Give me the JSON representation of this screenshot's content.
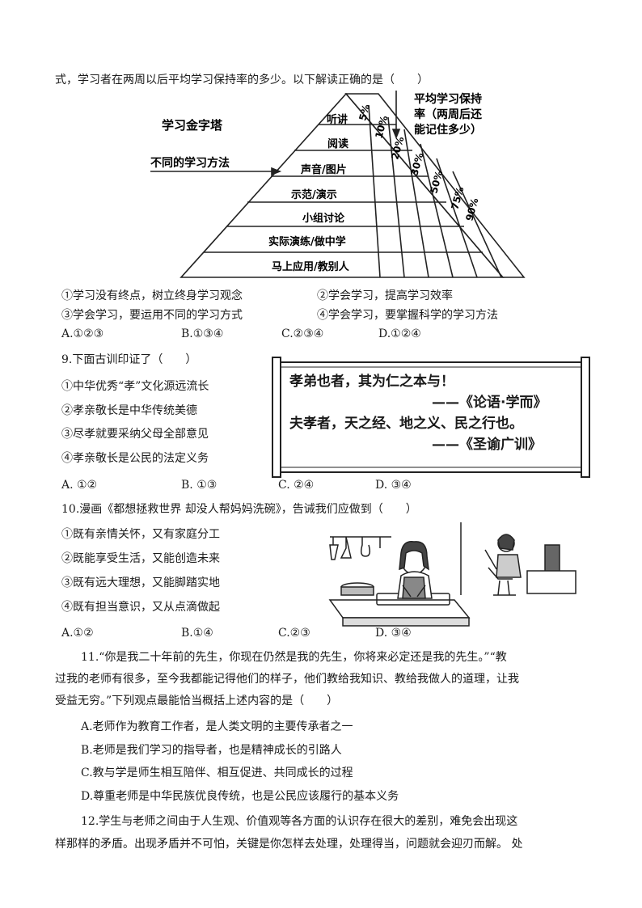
{
  "intro_line": "式，学习者在两周以后平均学习保持率的多少。以下解读正确的是（　　）",
  "pyramid": {
    "title": "学习金字塔",
    "methods_label": "不同的学习方法",
    "retention_label_lines": [
      "平均学习保持",
      "率（两周后还",
      "能记住多少）"
    ],
    "levels": [
      "听讲",
      "阅读",
      "声音/图片",
      "示范/演示",
      "小组讨论",
      "实际演练/做中学",
      "马上应用/教别人"
    ],
    "rates": [
      "5%",
      "10%",
      "20%",
      "30%",
      "50%",
      "75%",
      "90%"
    ]
  },
  "q8": {
    "options_row1": [
      "①学习没有终点，树立终身学习观念",
      "②学会学习，提高学习效率"
    ],
    "options_row2": [
      "③学会学习，要运用不同的学习方式",
      "④学会学习，要掌握科学的学习方法"
    ],
    "choices": [
      "A.①②③",
      "B.①③④",
      "C.②③④",
      "D.①②④"
    ]
  },
  "q9": {
    "stem": "9.下面古训印证了（　　）",
    "options": [
      "①中华优秀“孝”文化源远流长",
      "②孝亲敬长是中华传统美德",
      "③尽孝就要采纳父母全部意见",
      "④孝亲敬长是公民的法定义务"
    ],
    "choices": [
      "A.  ①②",
      "B.  ①③",
      "C.  ②④",
      "D.  ③④"
    ],
    "scroll": {
      "line1": "孝弟也者，其为仁之本与！",
      "source1": "——《论语·学而》",
      "line2": "夫孝者，天之经、地之义、民之行也。",
      "source2": "——《圣谕广训》"
    }
  },
  "q10": {
    "stem": "10.漫画《都想拯救世界 却没人帮妈妈洗碗》，告诫我们应做到（　　）",
    "options": [
      "①既有亲情关怀，又有家庭分工",
      "②既能享受生活，又能创造未来",
      "③既有远大理想，又能脚踏实地",
      "④既有担当意识，又从点滴做起"
    ],
    "choices": [
      "A.①②",
      "B.①④",
      "C.②③",
      "D.  ③④"
    ]
  },
  "q11": {
    "stem_lines": [
      "11.“你是我二十年前的先生，你现在仍然是我的先生，你将来必定还是我的先生。”“教",
      "过我的老师有很多，至今我都能记得他们的样子，他们教给我知识、教给我做人的道理，让我",
      "受益无穷。”下列观点最能恰当概括上述内容的是（　　）"
    ],
    "choices": [
      "A.老师作为教育工作者，是人类文明的主要传承者之一",
      "B.老师是我们学习的指导者，也是精神成长的引路人",
      "C.教与学是师生相互陪伴、相互促进、共同成长的过程",
      "D.尊重老师是中华民族优良传统，也是公民应该履行的基本义务"
    ]
  },
  "q12": {
    "stem_lines": [
      "12.学生与老师之间由于人生观、价值观等各方面的认识存在很大的差别，难免会出现这",
      "样那样的矛盾。出现矛盾并不可怕，关键是你怎样去处理，处理得当，问题就会迎刃而解。 处"
    ]
  }
}
